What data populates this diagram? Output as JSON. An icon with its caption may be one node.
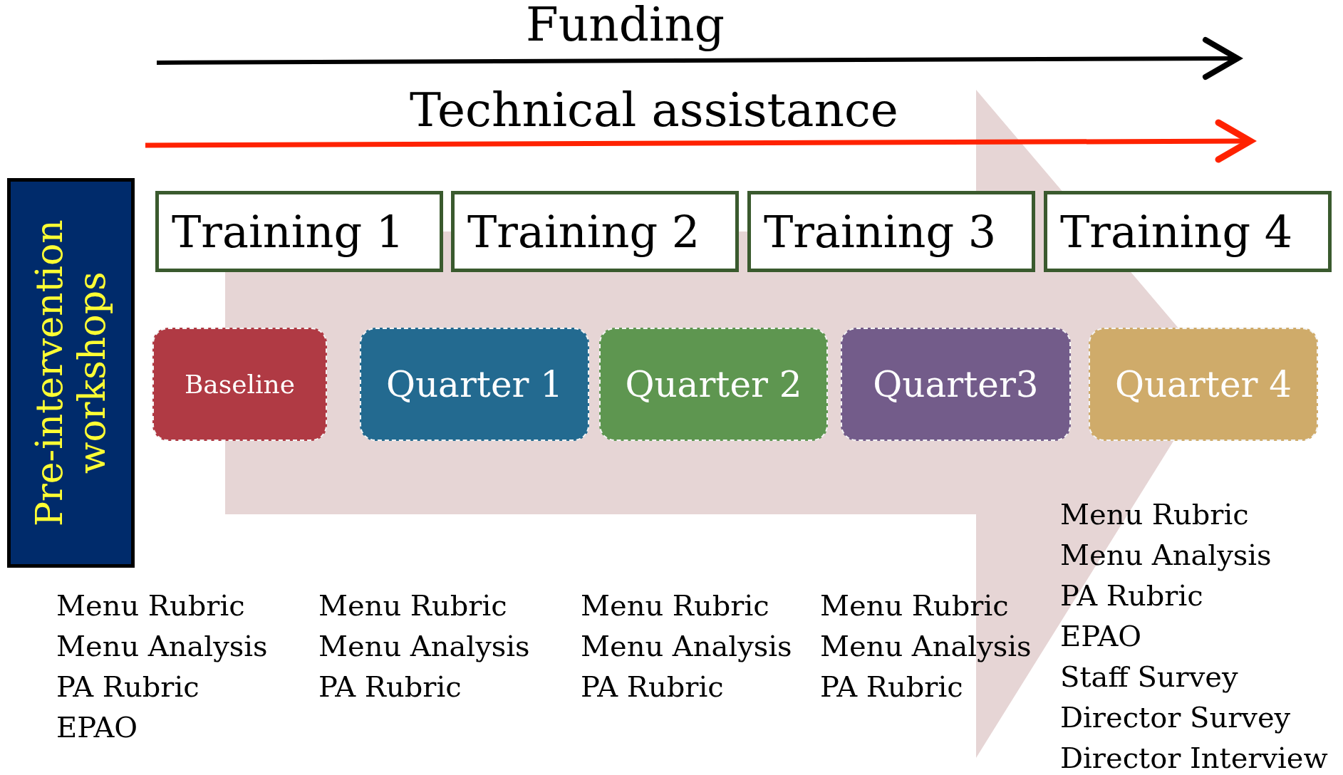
{
  "diagram": {
    "nodes": [
      {
        "text": [
          "Pre-intervention workshops"
        ]
      },
      {
        "text": [
          "Training 1"
        ]
      },
      {
        "text": [
          "Training 2"
        ]
      },
      {
        "text": [
          "Training 3"
        ]
      },
      {
        "text": [
          "Training 4"
        ]
      },
      {
        "text": [
          "Baseline"
        ]
      },
      {
        "text": [
          "Quarter 1"
        ]
      },
      {
        "text": [
          "Quarter 2"
        ]
      },
      {
        "text": [
          "Quarter3"
        ]
      },
      {
        "text": [
          "Quarter 4"
        ]
      }
    ],
    "edges": [
      {
        "from": 5,
        "to": 9,
        "arrow": "to"
      }
    ],
    "labels": [
      "Funding",
      "Technical assistance",
      "Menu Rubric",
      "Menu Analysis",
      "PA Rubric",
      "EPAO",
      "Menu Rubric",
      "Menu Analysis",
      "PA Rubric",
      "Menu Rubric",
      "Menu Analysis",
      "PA Rubric",
      "Menu Rubric",
      "Menu Analysis",
      "PA Rubric",
      "Menu Rubric",
      "Menu Analysis",
      "PA Rubric",
      "EPAO",
      "Staff Survey",
      "Director Survey",
      "Director Interview"
    ]
  }
}
